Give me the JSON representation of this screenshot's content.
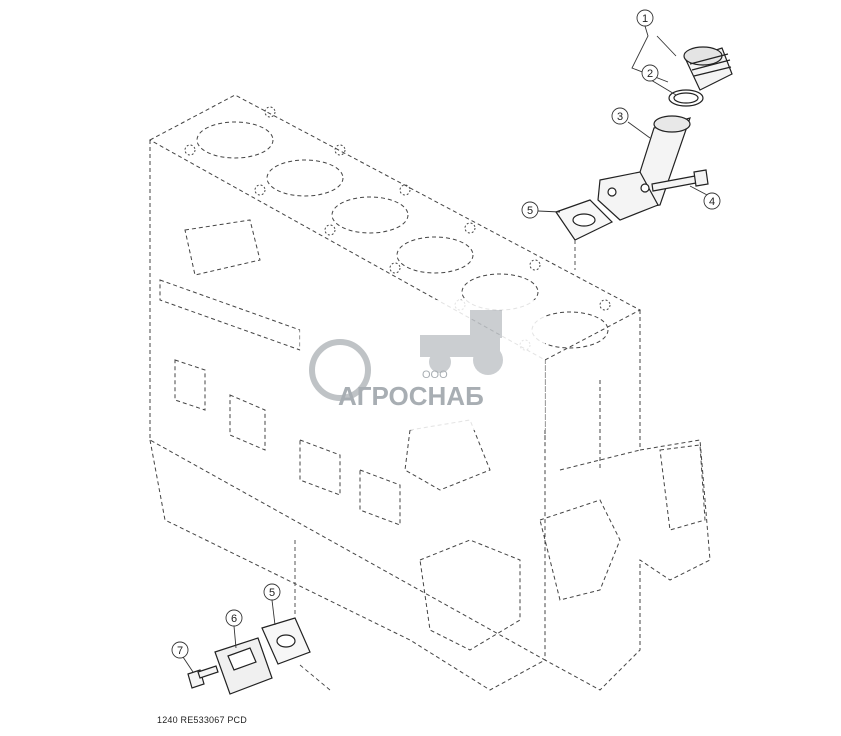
{
  "callouts": [
    {
      "id": "c1",
      "label": "1"
    },
    {
      "id": "c2",
      "label": "2"
    },
    {
      "id": "c3",
      "label": "3"
    },
    {
      "id": "c4",
      "label": "4"
    },
    {
      "id": "c5a",
      "label": "5"
    },
    {
      "id": "c5b",
      "label": "5"
    },
    {
      "id": "c6",
      "label": "6"
    },
    {
      "id": "c7",
      "label": "7"
    }
  ],
  "watermark": {
    "prefix": "ООО",
    "company": "АГРОСНАБ"
  },
  "footer": {
    "drawing_code": "1240  RE533067  PCD"
  }
}
